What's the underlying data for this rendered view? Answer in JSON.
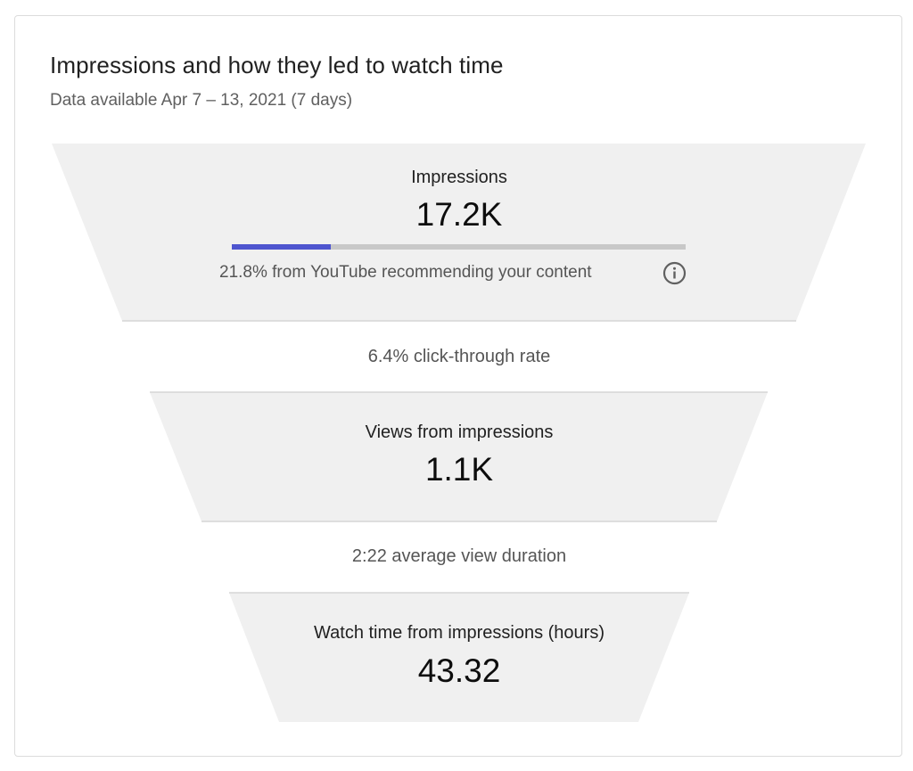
{
  "card": {
    "title": "Impressions and how they led to watch time",
    "subtitle": "Data available Apr 7 – 13, 2021 (7 days)"
  },
  "funnel": {
    "impressions": {
      "label": "Impressions",
      "value": "17.2K",
      "recommendation_share": 0.218,
      "recommendation_text": "21.8% from YouTube recommending your content",
      "info_icon": "info-icon"
    },
    "click_through": {
      "text": "6.4% click-through rate"
    },
    "views": {
      "label": "Views from impressions",
      "value": "1.1K"
    },
    "avg_duration": {
      "text": "2:22 average view duration"
    },
    "watch_time": {
      "label": "Watch time from impressions (hours)",
      "value": "43.32"
    }
  },
  "colors": {
    "stage_fill": "#f0f0f0",
    "rate_fill": "#ffffff",
    "divider": "#d6d6d6",
    "progress_fill": "#4e55cf",
    "progress_track": "#c8c8c8"
  }
}
